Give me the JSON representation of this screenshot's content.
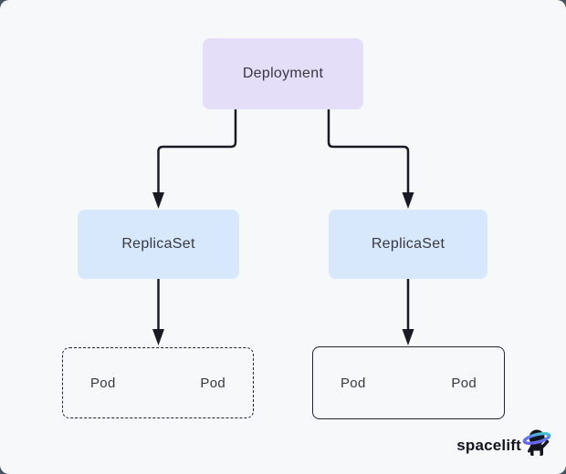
{
  "page": {
    "background": "#f7f8fa",
    "outer_background": "#45545f",
    "line_color": "#1a1a24"
  },
  "diagram": {
    "deployment": {
      "label": "Deployment",
      "fill": "#e4def9"
    },
    "replicasets": [
      {
        "label": "ReplicaSet",
        "fill": "#d7e7fc"
      },
      {
        "label": "ReplicaSet",
        "fill": "#d7e7fc"
      }
    ],
    "pod_groups": [
      {
        "style": "dashed",
        "pods": [
          "Pod",
          "Pod"
        ]
      },
      {
        "style": "solid",
        "pods": [
          "Pod",
          "Pod"
        ]
      }
    ]
  },
  "branding": {
    "logo_text": "spacelift",
    "logo_icon": "astronaut-ring-icon",
    "ring_colors": [
      "#6c5bf0",
      "#3fdfc6"
    ]
  }
}
